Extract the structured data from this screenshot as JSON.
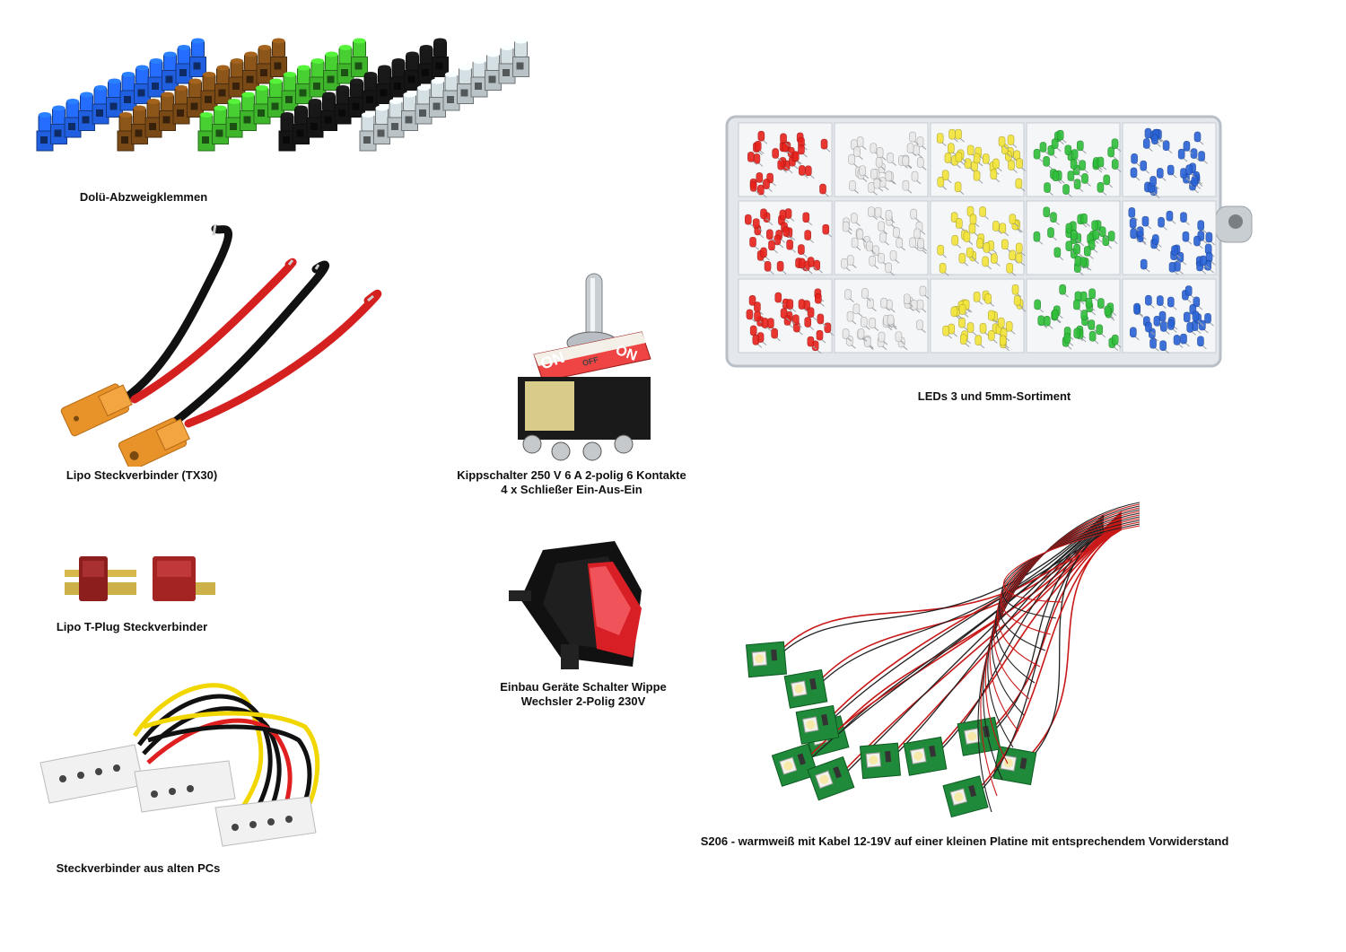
{
  "items": {
    "terminal_blocks": {
      "caption": "Dolü-Abzweigklemmen",
      "colors": [
        "#1f5fe0",
        "#7a4a16",
        "#3fb52c",
        "#151515",
        "#b9c3c7"
      ]
    },
    "lipo_xt30": {
      "caption": "Lipo Steckverbinder (TX30)"
    },
    "toggle_switch": {
      "caption_line1": "Kippschalter 250 V 6 A 2-polig 6 Kontakte",
      "caption_line2": "4 x Schließer Ein-Aus-Ein",
      "label_on": "ON",
      "label_off": "OFF"
    },
    "led_assortment": {
      "caption": "LEDs 3 und 5mm-Sortiment",
      "colors": [
        "#e8221c",
        "#e9e9e9",
        "#f3e53a",
        "#2fbf3a",
        "#2a63d6"
      ]
    },
    "lipo_tplug": {
      "caption": "Lipo T-Plug Steckverbinder"
    },
    "rocker_switch": {
      "caption_line1": "Einbau Geräte Schalter Wippe",
      "caption_line2": "Wechsler 2-Polig 230V"
    },
    "pc_connector": {
      "caption": "Steckverbinder aus alten PCs"
    },
    "led_pcb": {
      "caption": "S206 - warmweiß mit Kabel 12-19V auf einer kleinen Platine mit entsprechendem Vorwiderstand"
    }
  }
}
